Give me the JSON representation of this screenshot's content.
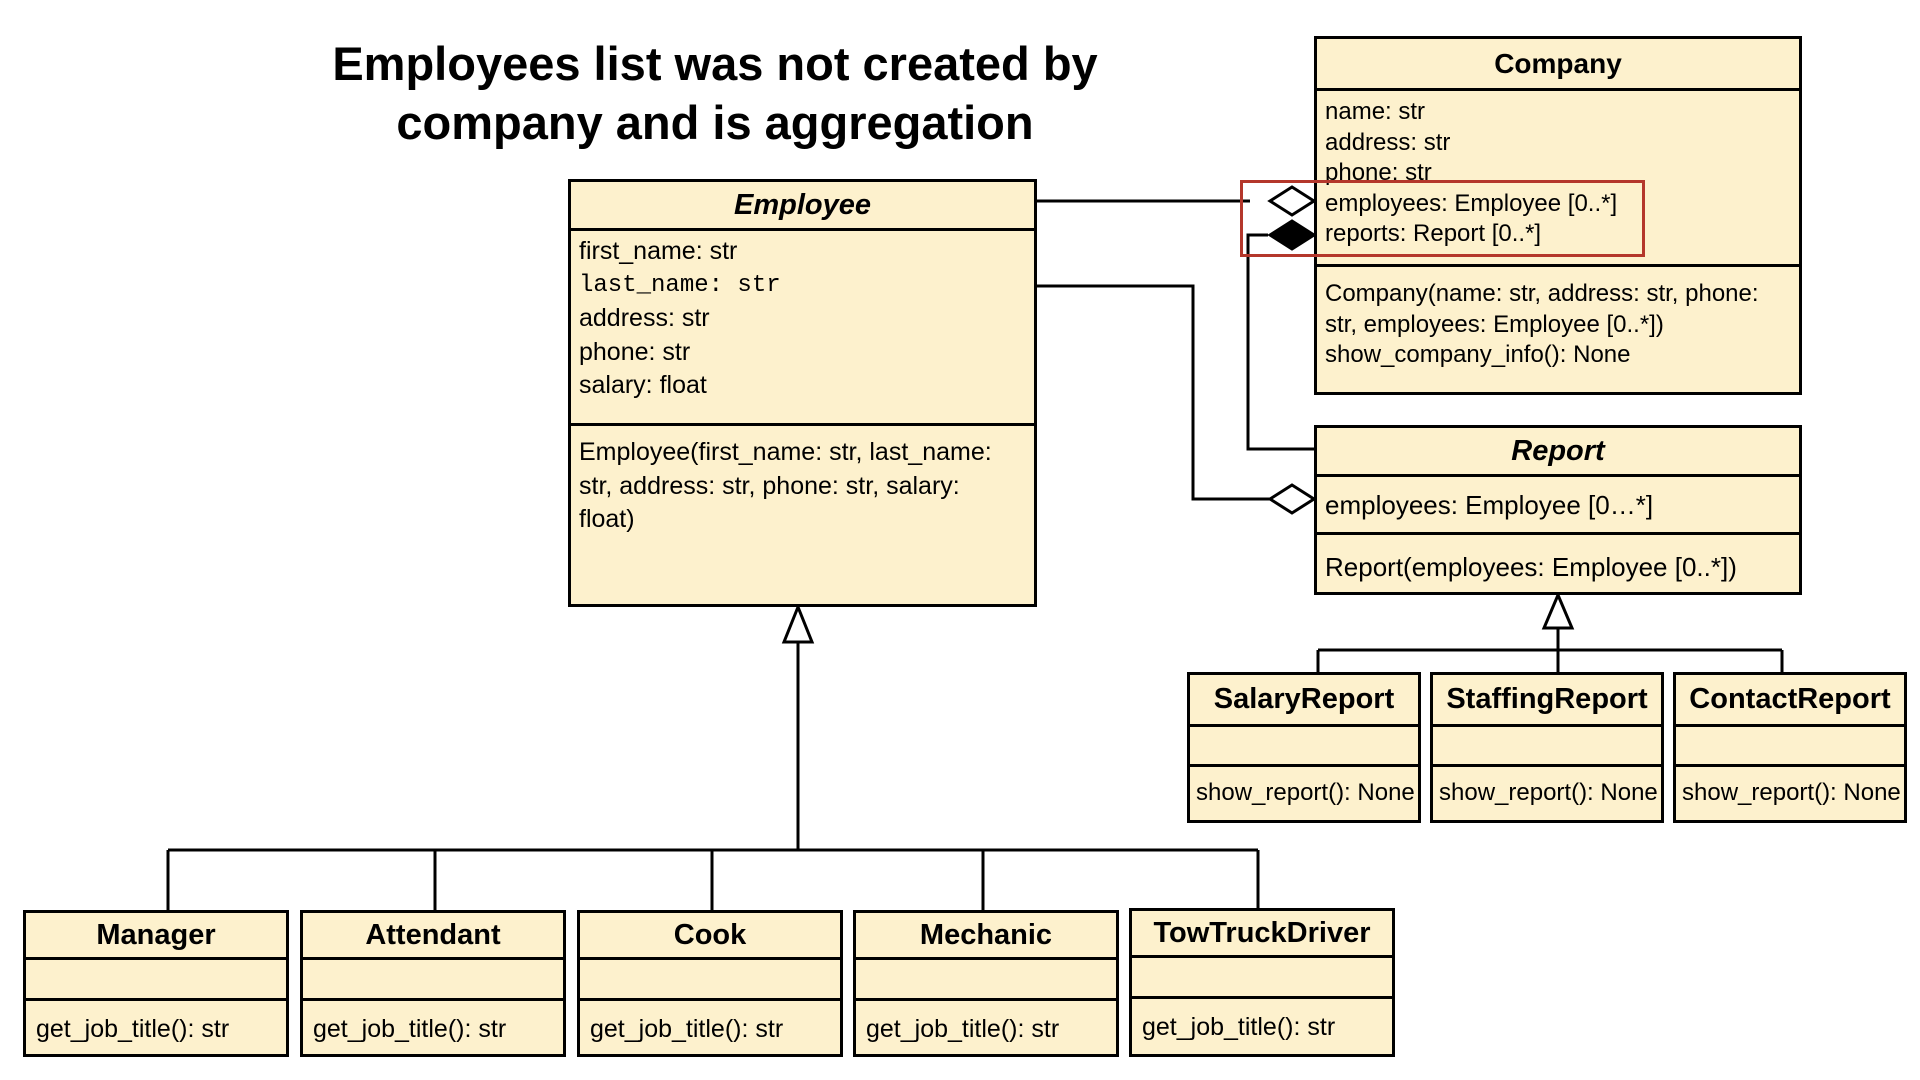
{
  "title": "Employees list was not created by company and is aggregation",
  "classes": {
    "employee": {
      "name": "Employee",
      "attributes": [
        "first_name: str",
        "last_name: str",
        "address: str",
        "phone: str",
        "salary: float"
      ],
      "operations": "Employee(first_name: str, last_name: str, address: str, phone: str, salary: float)"
    },
    "company": {
      "name": "Company",
      "attributes": [
        "name: str",
        "address: str",
        "phone: str",
        "employees: Employee [0..*]",
        "reports: Report [0..*]"
      ],
      "operations": [
        "Company(name: str, address: str, phone: str, employees: Employee [0..*])",
        "show_company_info(): None"
      ]
    },
    "report": {
      "name": "Report",
      "attributes": [
        "employees: Employee [0…*]"
      ],
      "operations": [
        "Report(employees: Employee [0..*])"
      ]
    },
    "salary_report": {
      "name": "SalaryReport",
      "operation": "show_report(): None"
    },
    "staffing_report": {
      "name": "StaffingReport",
      "operation": "show_report(): None"
    },
    "contact_report": {
      "name": "ContactReport",
      "operation": "show_report(): None"
    },
    "manager": {
      "name": "Manager",
      "operation": "get_job_title(): str"
    },
    "attendant": {
      "name": "Attendant",
      "operation": "get_job_title(): str"
    },
    "cook": {
      "name": "Cook",
      "operation": "get_job_title(): str"
    },
    "mechanic": {
      "name": "Mechanic",
      "operation": "get_job_title(): str"
    },
    "tow_truck_driver": {
      "name": "TowTruckDriver",
      "operation": "get_job_title(): str"
    }
  },
  "relationships": [
    {
      "type": "aggregation",
      "from": "Company",
      "to": "Employee"
    },
    {
      "type": "composition",
      "from": "Company",
      "to": "Report"
    },
    {
      "type": "aggregation",
      "from": "Report",
      "to": "Employee"
    },
    {
      "type": "generalization",
      "from": [
        "Manager",
        "Attendant",
        "Cook",
        "Mechanic",
        "TowTruckDriver"
      ],
      "to": "Employee"
    },
    {
      "type": "generalization",
      "from": [
        "SalaryReport",
        "StaffingReport",
        "ContactReport"
      ],
      "to": "Report"
    }
  ],
  "colors": {
    "class_fill": "#fdf1cd",
    "border": "#000000",
    "highlight": "#b4372b"
  }
}
